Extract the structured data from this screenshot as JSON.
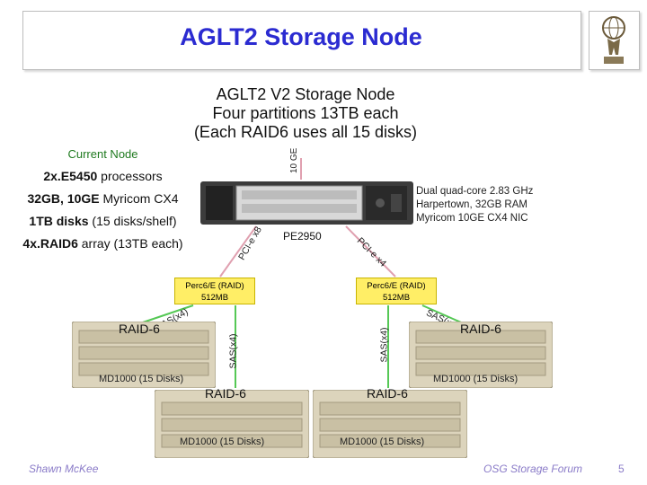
{
  "slide": {
    "title": "AGLT2 Storage Node",
    "heading_lines": [
      "AGLT2 V2 Storage Node",
      "Four partitions 13TB each",
      "(Each RAID6 uses all 15 disks)"
    ]
  },
  "current_node": {
    "label": "Current Node",
    "items": [
      {
        "bold": "2x.E5450",
        "rest": " processors"
      },
      {
        "bold": "32GB, 10GE",
        "rest": " Myricom CX4"
      },
      {
        "bold": "1TB disks",
        "rest": " (15 disks/shelf)"
      },
      {
        "bold": "4x.RAID6",
        "rest": " array (13TB each)"
      }
    ]
  },
  "server": {
    "name": "PE2950",
    "link_label": "10 GE",
    "specs": [
      "Dual quad-core 2.83 GHz",
      "Harpertown, 32GB RAM",
      "Myricom 10GE CX4 NIC"
    ],
    "bus_left": "PCI-e x8",
    "bus_right": "PCI-e x4"
  },
  "controllers": [
    {
      "line1": "Perc6/E (RAID)",
      "line2": "512MB"
    },
    {
      "line1": "Perc6/E (RAID)",
      "line2": "512MB"
    }
  ],
  "links": {
    "sas_left_diag": "SAS(x4)",
    "sas_left_vert": "SAS(x4)",
    "sas_right_vert": "SAS(x4)",
    "sas_right_diag": "SAS(x4)"
  },
  "arrays": [
    {
      "raid": "RAID-6",
      "label": "MD1000 (15 Disks)"
    },
    {
      "raid": "RAID-6",
      "label": "MD1000 (15 Disks)"
    },
    {
      "raid": "RAID-6",
      "label": "MD1000 (15 Disks)"
    },
    {
      "raid": "RAID-6",
      "label": "MD1000 (15 Disks)"
    }
  ],
  "footer": {
    "author": "Shawn McKee",
    "event": "OSG Storage Forum",
    "page": "5"
  },
  "colors": {
    "title": "#2b2bd1",
    "current_node_label": "#1f7a1f",
    "footer": "#8a7bc8",
    "controller_fill": "#ffee66",
    "link_green": "#55c855"
  }
}
